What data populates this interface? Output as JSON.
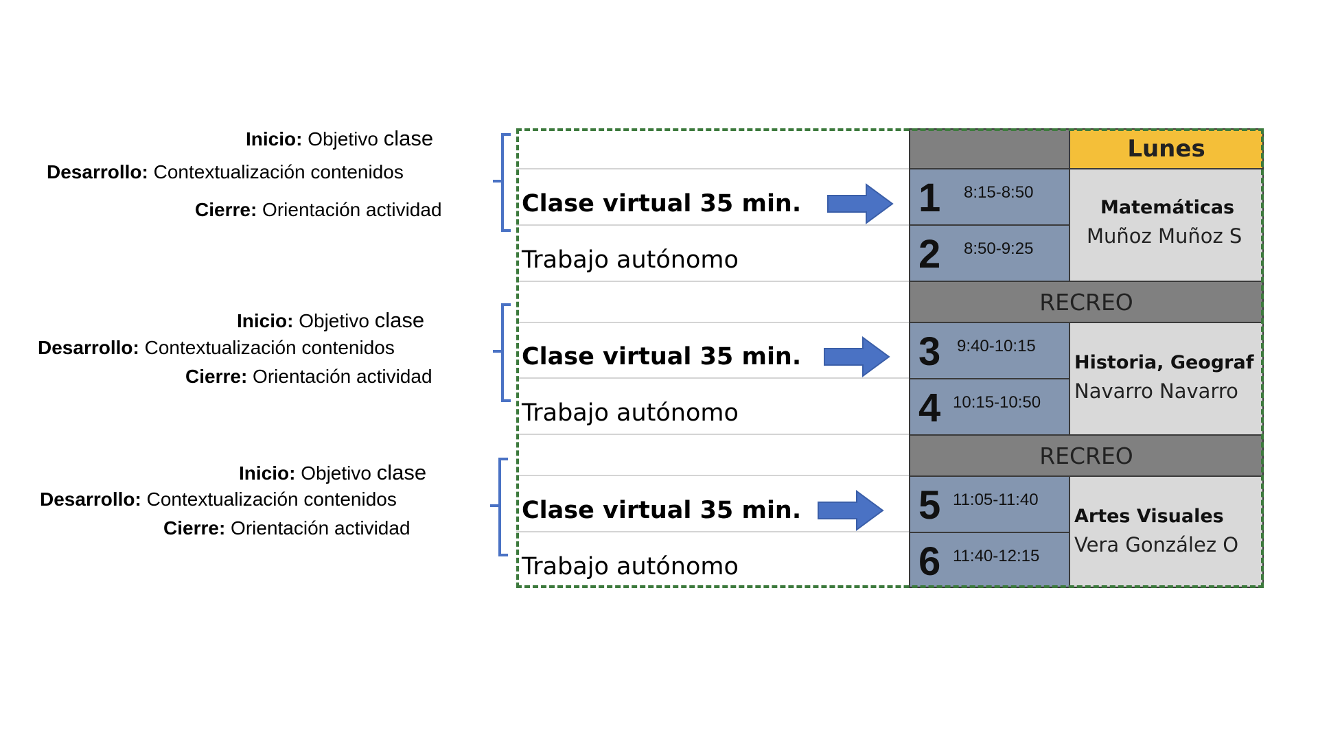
{
  "notes": [
    {
      "inicio_label": "Inicio:",
      "inicio_text": "Objetivo",
      "inicio_big": "clase",
      "desarrollo_label": "Desarrollo:",
      "desarrollo_text": "Contextualización contenidos",
      "cierre_label": "Cierre:",
      "cierre_text": "Orientación actividad"
    },
    {
      "inicio_label": "Inicio:",
      "inicio_text": "Objetivo",
      "inicio_big": "clase",
      "desarrollo_label": "Desarrollo:",
      "desarrollo_text": "Contextualización contenidos",
      "cierre_label": "Cierre:",
      "cierre_text": "Orientación actividad"
    },
    {
      "inicio_label": "Inicio:",
      "inicio_text": "Objetivo",
      "inicio_big": "clase",
      "desarrollo_label": "Desarrollo:",
      "desarrollo_text": "Contextualización contenidos",
      "cierre_label": "Cierre:",
      "cierre_text": "Orientación actividad"
    }
  ],
  "left_column": {
    "blocks": [
      {
        "virtual": "Clase virtual 35 min.",
        "autonomo": "Trabajo autónomo"
      },
      {
        "virtual": "Clase virtual 35 min.",
        "autonomo": "Trabajo autónomo"
      },
      {
        "virtual": "Clase virtual 35 min.",
        "autonomo": "Trabajo autónomo"
      }
    ]
  },
  "schedule": {
    "day": "Lunes",
    "recreo_label": "RECREO",
    "slots": [
      {
        "num": "1",
        "time": "8:15-8:50"
      },
      {
        "num": "2",
        "time": "8:50-9:25"
      },
      {
        "num": "3",
        "time": "9:40-10:15"
      },
      {
        "num": "4",
        "time": "10:15-10:50"
      },
      {
        "num": "5",
        "time": "11:05-11:40"
      },
      {
        "num": "6",
        "time": "11:40-12:15"
      }
    ],
    "subjects": [
      {
        "name": "Matemáticas",
        "teacher": "Muñoz Muñoz S"
      },
      {
        "name": "Historia, Geograf",
        "teacher": "Navarro Navarro"
      },
      {
        "name": "Artes Visuales",
        "teacher": "Vera González O"
      }
    ]
  },
  "colors": {
    "day_header": "#f4bf39",
    "slot_cell": "#8496b0",
    "recreo_cell": "#808080",
    "subject_cell": "#d9d9d9",
    "arrow": "#4a72c4",
    "brace": "#4a72c4",
    "dashed_border": "#3d7a3d"
  }
}
